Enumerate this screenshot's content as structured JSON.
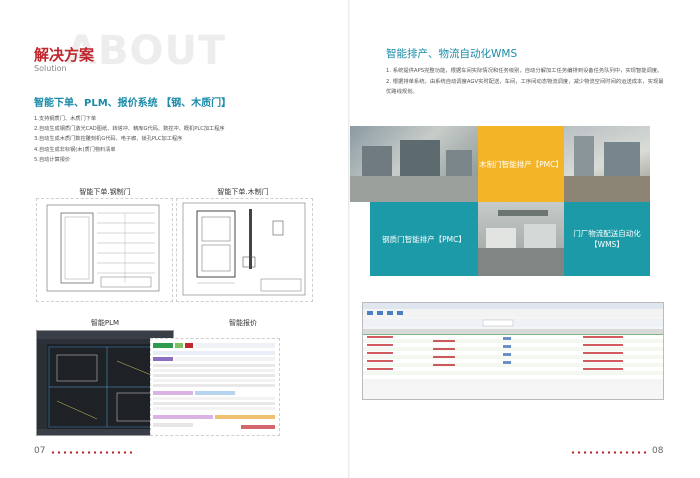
{
  "left": {
    "bg_word": "ABOUT",
    "title": "解决方案",
    "subtitle": "Solution",
    "heading": "智能下单、PLM、报价系统 【钢、木质门】",
    "list": [
      "1.支持钢质门、木质门下单",
      "2.自动生成钢质门激光CAD图纸、转塔冲、精库G代码、数控冲、概机PLC加工程序",
      "3.自动生成木质门数控雕刻机G代码、电子廊、锁孔PLC加工程序",
      "4.自动生成非标钢(木)质门物料清单",
      "5.自动计算报价"
    ],
    "figures": [
      {
        "caption": "智能下单.钢制门"
      },
      {
        "caption": "智能下单.木制门"
      },
      {
        "caption": "智能PLM"
      },
      {
        "caption": "智能报价"
      }
    ],
    "page_number": "07"
  },
  "right": {
    "heading": "智能排产、物流自动化WMS",
    "paragraphs": [
      "1. 系统提供APS完整功能，根据车间实际情况和任务级别，自动分解加工任务编排到设备任务队列中，实现智能调度。",
      "2. 根据排单系统，由系统自动调度AGV实时配送，车间，工序间动态物流调度，减少物流空间时间的运送成本，实现最优路线规划。"
    ],
    "tiles": [
      {
        "label": "木制门智能排产【PMC】",
        "color": "#f4b428"
      },
      {
        "label": "钢质门智能排产【PMC】",
        "color": "#1d9aa8"
      },
      {
        "label": "门厂物流配送自动化【WMS】",
        "color": "#1d9aa8"
      }
    ],
    "page_number": "08"
  },
  "colors": {
    "accent_red": "#c0262d",
    "teal": "#1a8aa8",
    "yellow": "#f4b428"
  }
}
